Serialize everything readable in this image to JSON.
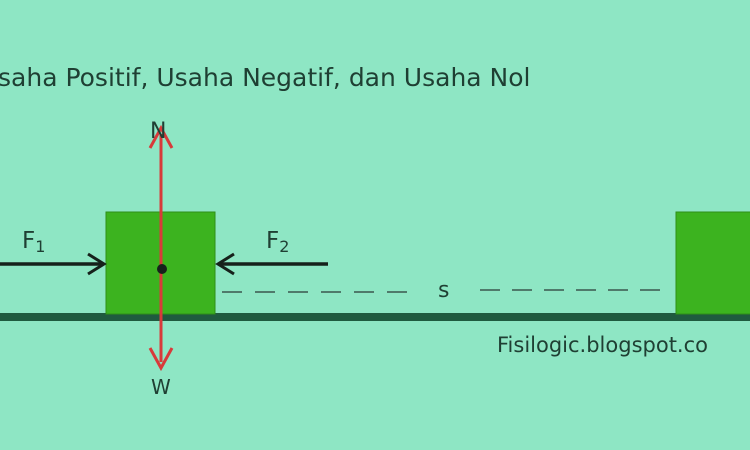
{
  "title": "saha Positif, Usaha Negatif, dan Usaha Nol",
  "labels": {
    "normal_force": "N",
    "weight": "W",
    "force1_base": "F",
    "force1_sub": "1",
    "force2_base": "F",
    "force2_sub": "2",
    "displacement": "s"
  },
  "watermark": "Fisilogic.blogspot.co",
  "colors": {
    "background": "#8ee6c4",
    "block": "#3cb31f",
    "block_border": "#2e8f17",
    "ground": "#1f5a3f",
    "vertical_force": "#d83a3a",
    "horizontal_force": "#16211b",
    "dashes": "#4f7a6b",
    "text": "#1f3f33"
  }
}
